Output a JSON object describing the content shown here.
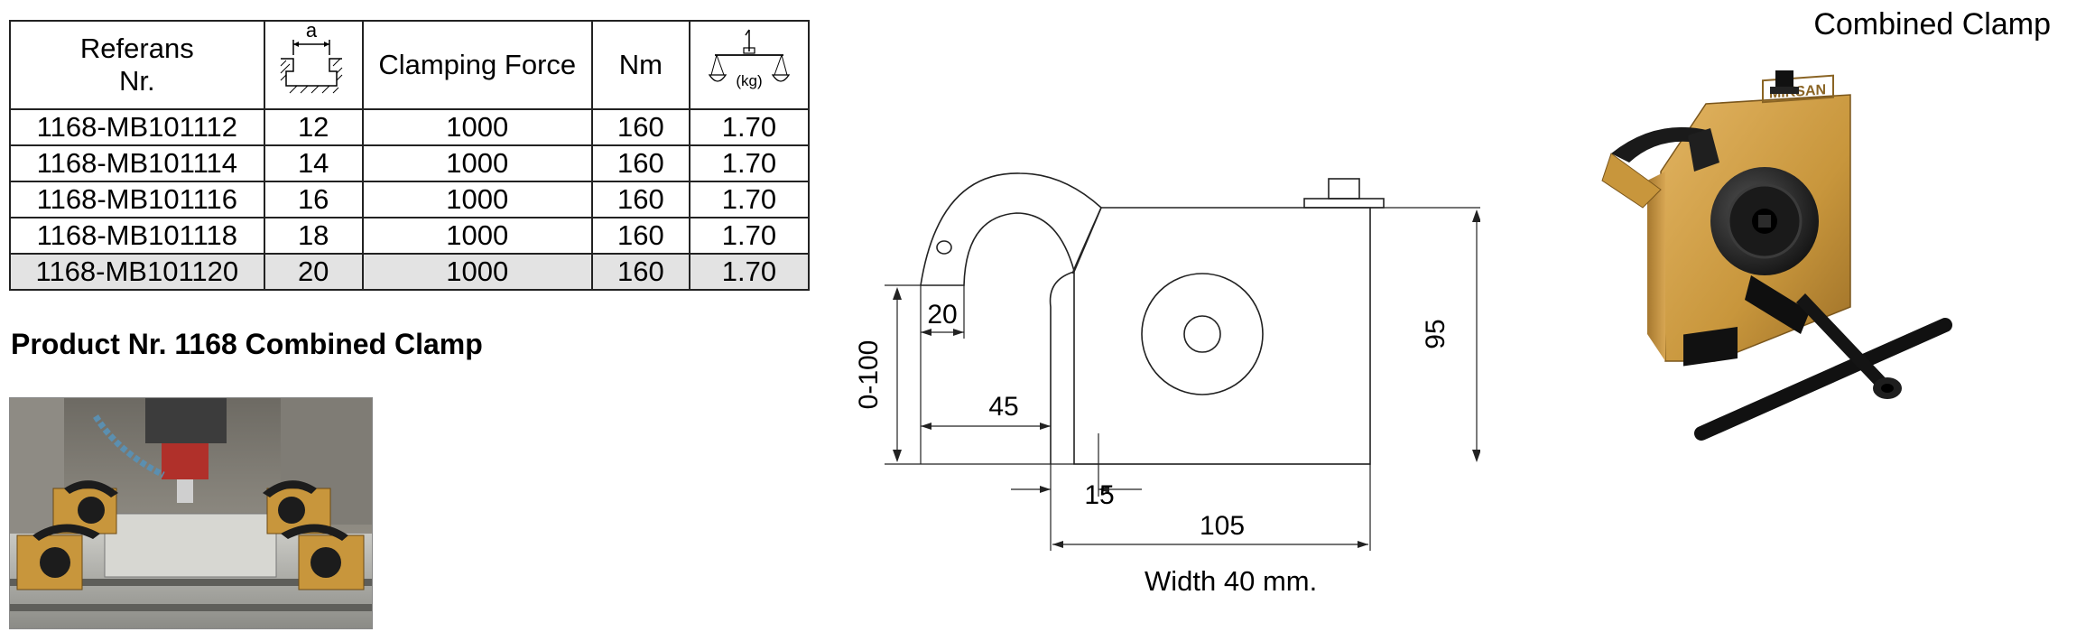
{
  "title": "Combined Clamp",
  "table": {
    "headers": {
      "ref_line1": "Referans",
      "ref_line2": "Nr.",
      "slot_symbol": "a",
      "force": "Clamping Force",
      "torque": "Nm",
      "weight_unit": "(kg)"
    },
    "rows": [
      {
        "ref": "1168-MB101112",
        "a": "12",
        "force": "1000",
        "nm": "160",
        "kg": "1.70"
      },
      {
        "ref": "1168-MB101114",
        "a": "14",
        "force": "1000",
        "nm": "160",
        "kg": "1.70"
      },
      {
        "ref": "1168-MB101116",
        "a": "16",
        "force": "1000",
        "nm": "160",
        "kg": "1.70"
      },
      {
        "ref": "1168-MB101118",
        "a": "18",
        "force": "1000",
        "nm": "160",
        "kg": "1.70"
      },
      {
        "ref": "1168-MB101120",
        "a": "20",
        "force": "1000",
        "nm": "160",
        "kg": "1.70"
      }
    ]
  },
  "product_heading": "Product Nr. 1168 Combined Clamp",
  "drawing": {
    "dim_20": "20",
    "dim_0_100": "0-100",
    "dim_45": "45",
    "dim_95": "95",
    "dim_15": "15",
    "dim_105": "105"
  },
  "width_note": "Width 40 mm.",
  "brand_mark": "MIKSAN",
  "colors": {
    "clamp_body": "#c8963c",
    "clamp_dark": "#1c1c1c",
    "highlight_row": "#e3e3e3"
  }
}
